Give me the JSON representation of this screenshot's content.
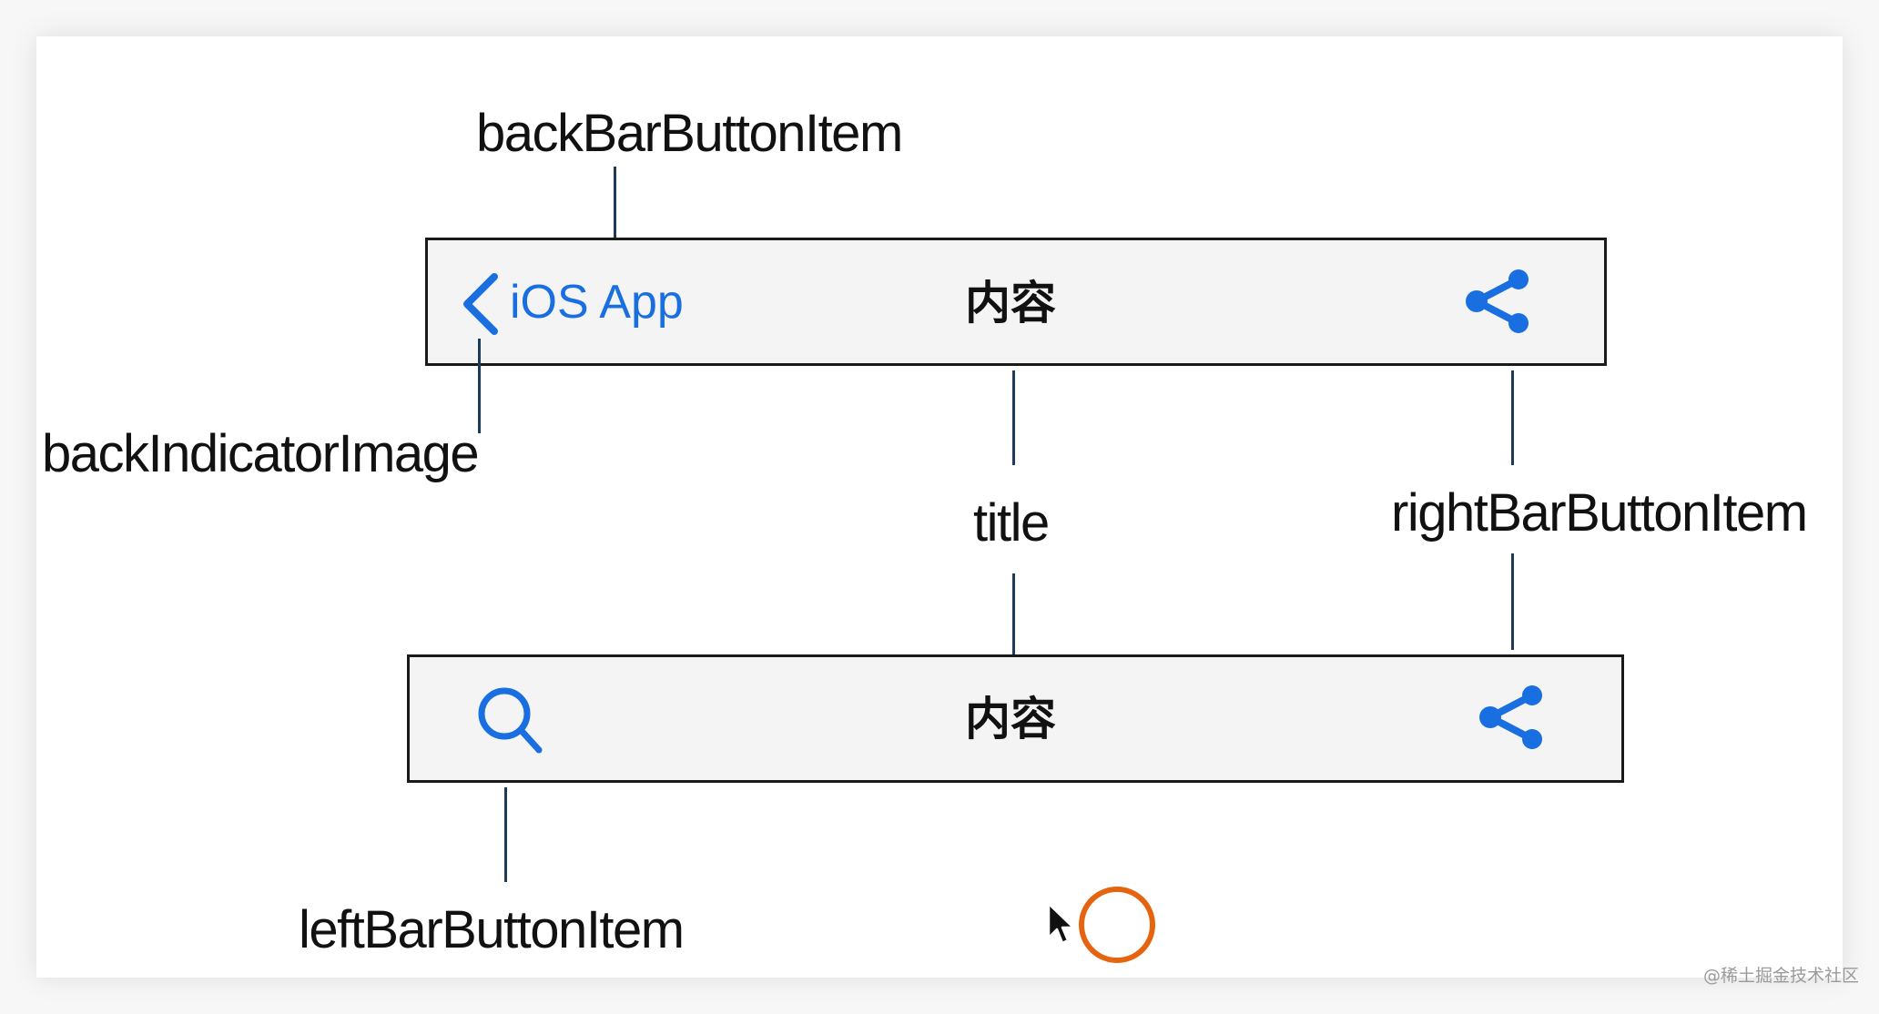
{
  "labels": {
    "back_bar_button_item": "backBarButtonItem",
    "back_indicator_image": "backIndicatorImage",
    "title": "title",
    "right_bar_button_item": "rightBarButtonItem",
    "left_bar_button_item": "leftBarButtonItem"
  },
  "navbar_top": {
    "back_text": "iOS App",
    "title": "内容"
  },
  "navbar_bottom": {
    "title": "内容"
  },
  "colors": {
    "ios_blue": "#1a6fe0",
    "leader_line": "#1d3a57",
    "cursor_ring": "#e5640f"
  },
  "icons": {
    "back_chevron": "chevron-left-icon",
    "share": "share-icon",
    "search": "search-icon",
    "cursor": "mouse-pointer-icon",
    "click_ring": "click-indicator-circle"
  },
  "watermark": "@稀土掘金技术社区"
}
